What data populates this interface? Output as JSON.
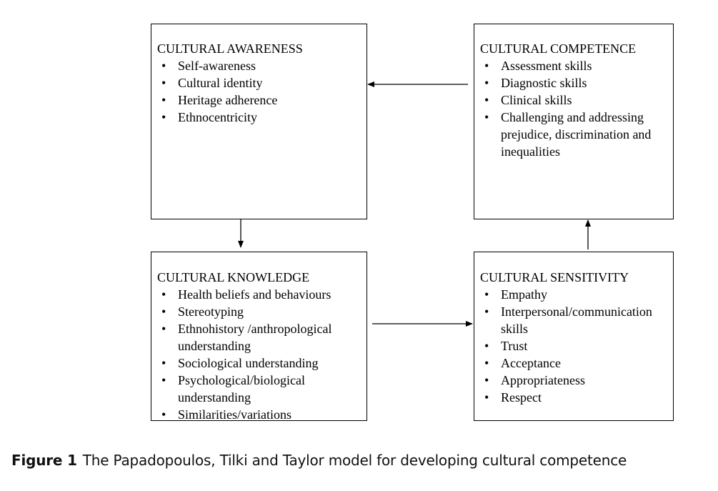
{
  "boxes": {
    "awareness": {
      "title": "CULTURAL AWARENESS",
      "items": [
        "Self-awareness",
        "Cultural identity",
        "Heritage adherence",
        "Ethnocentricity"
      ]
    },
    "competence": {
      "title": "CULTURAL COMPETENCE",
      "items": [
        "Assessment skills",
        "Diagnostic skills",
        "Clinical skills",
        "Challenging and addressing\nprejudice, discrimination and\ninequalities"
      ]
    },
    "knowledge": {
      "title": "CULTURAL KNOWLEDGE",
      "items": [
        "Health beliefs and behaviours",
        "Stereotyping",
        "Ethnohistory /anthropological\nunderstanding",
        "Sociological understanding",
        "Psychological/biological\nunderstanding",
        "Similarities/variations"
      ]
    },
    "sensitivity": {
      "title": "CULTURAL SENSITIVITY",
      "items": [
        "Empathy",
        "Interpersonal/communication\nskills",
        "Trust",
        "Acceptance",
        "Appropriateness",
        "Respect"
      ]
    }
  },
  "caption": {
    "label": "Figure 1",
    "text": "The Papadopoulos, Tilki and Taylor model for developing cultural competence"
  }
}
